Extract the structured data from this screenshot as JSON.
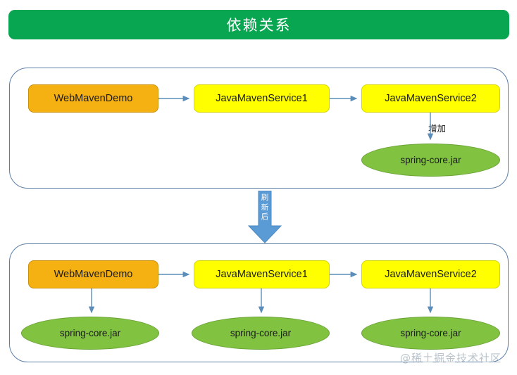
{
  "header": {
    "title": "依赖关系",
    "bg_color": "#09a651",
    "text_color": "#ffffff"
  },
  "colors": {
    "panel_border": "#5b7fa6",
    "orange_node": "#f5b011",
    "yellow_node": "#ffff00",
    "jar_green": "#81c341",
    "arrow_blue": "#5b9bd5",
    "connector": "#5b8db8",
    "watermark": "#b9c4cc"
  },
  "panels": {
    "before": {
      "name": "before-refresh-panel",
      "nodes": [
        {
          "label": "WebMavenDemo",
          "style": "orange"
        },
        {
          "label": "JavaMavenService1",
          "style": "yellow"
        },
        {
          "label": "JavaMavenService2",
          "style": "yellow"
        }
      ],
      "jars": [
        {
          "label": "spring-core.jar"
        }
      ],
      "edge_labels": [
        {
          "label": "增加"
        }
      ]
    },
    "after": {
      "name": "after-refresh-panel",
      "nodes": [
        {
          "label": "WebMavenDemo",
          "style": "orange"
        },
        {
          "label": "JavaMavenService1",
          "style": "yellow"
        },
        {
          "label": "JavaMavenService2",
          "style": "yellow"
        }
      ],
      "jars": [
        {
          "label": "spring-core.jar"
        },
        {
          "label": "spring-core.jar"
        },
        {
          "label": "spring-core.jar"
        }
      ]
    }
  },
  "transition_arrow": {
    "name": "refresh-block-arrow",
    "label_chars": [
      "刷",
      "新",
      "后"
    ],
    "label": "刷新后"
  },
  "watermark": {
    "text": "@稀土掘金技术社区"
  }
}
